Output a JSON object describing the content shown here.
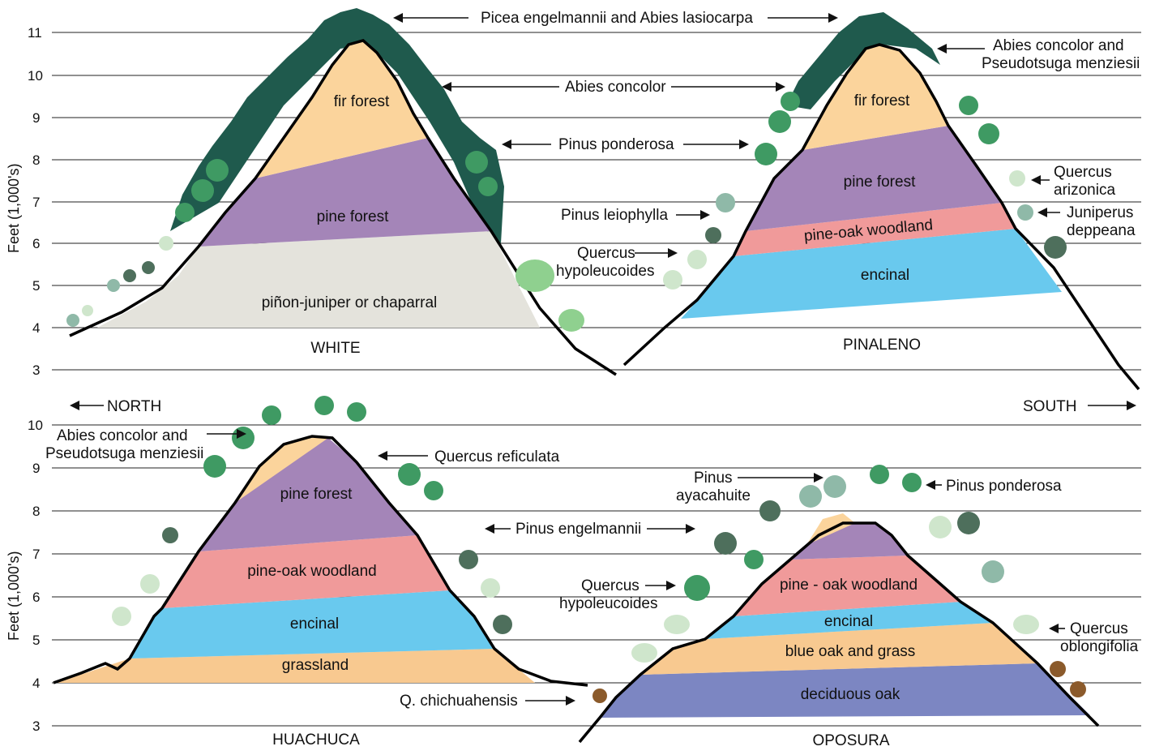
{
  "colors": {
    "fir_forest": "#fbd49c",
    "pine_forest": "#a485b8",
    "pinon_juniper": "#e4e3dc",
    "pine_oak": "#f09a9a",
    "encinal": "#69c9ee",
    "grassland": "#f8c990",
    "blue_oak_grass": "#f8c990",
    "deciduous_oak": "#7c86c2",
    "conifer_dark": "#1f5a4d",
    "tree_green": "#3f9a63",
    "oak_pale": "#cfe6cc",
    "trunk": "#c07a3a"
  },
  "y_axis": {
    "title": "Feet (1,000's)",
    "top_ticks": [
      "11",
      "10",
      "9",
      "8",
      "7",
      "6",
      "5",
      "4",
      "3"
    ],
    "bottom_ticks": [
      "10",
      "9",
      "8",
      "7",
      "6",
      "5",
      "4",
      "3"
    ]
  },
  "direction": {
    "north": "NORTH",
    "south": "SOUTH"
  },
  "mountains": {
    "white": {
      "name": "WHITE",
      "zones": {
        "fir": "fir forest",
        "pine": "pine forest",
        "pinon": "piñon-juniper or chaparral"
      }
    },
    "pinaleno": {
      "name": "PINALENO",
      "zones": {
        "fir": "fir forest",
        "pine": "pine forest",
        "pine_oak": "pine-oak woodland",
        "encinal": "encinal"
      }
    },
    "huachuca": {
      "name": "HUACHUCA",
      "zones": {
        "pine": "pine forest",
        "pine_oak": "pine-oak woodland",
        "encinal": "encinal",
        "grassland": "grassland"
      }
    },
    "oposura": {
      "name": "OPOSURA",
      "zones": {
        "pine_oak": "pine - oak woodland",
        "encinal": "encinal",
        "blue_oak": "blue oak and grass",
        "deciduous": "deciduous oak"
      }
    }
  },
  "labels": {
    "picea": "Picea engelmannii and Abies lasiocarpa",
    "abies_concolor": "Abies concolor",
    "pinus_ponderosa_top": "Pinus ponderosa",
    "pinaleno_abies_line1": "Abies concolor and",
    "pinaleno_abies_line2": "Pseudotsuga menziesii",
    "quercus_arizonica_line1": "Quercus",
    "quercus_arizonica_line2": "arizonica",
    "juniperus_line1": "Juniperus",
    "juniperus_line2": "deppeana",
    "pinus_leiophylla": "Pinus leiophylla",
    "quercus_hypo_top_line1": "Quercus",
    "quercus_hypo_top_line2": "hypoleucoides",
    "huachuca_abies_line1": "Abies concolor and",
    "huachuca_abies_line2": "Pseudotsuga menziesii",
    "quercus_reticulata": "Quercus reficulata",
    "pinus_engelmannii": "Pinus engelmannii",
    "quercus_hypo_bottom_line1": "Quercus",
    "quercus_hypo_bottom_line2": "hypoleucoides",
    "q_chihuahensis": "Q. chichuahensis",
    "pinus_ayacahuite_line1": "Pinus",
    "pinus_ayacahuite_line2": "ayacahuite",
    "pinus_ponderosa_bottom": "Pinus ponderosa",
    "quercus_oblongifolia_line1": "Quercus",
    "quercus_oblongifolia_line2": "oblongifolia"
  }
}
